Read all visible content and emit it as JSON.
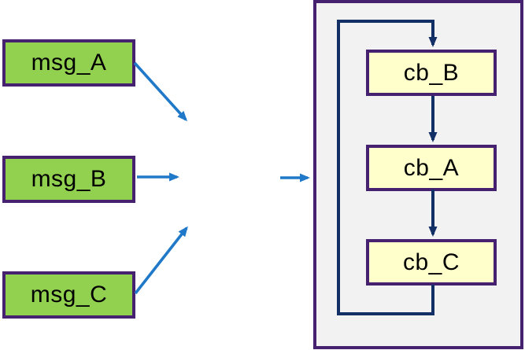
{
  "diagram": {
    "description": "Three message boxes dispatch into a callback execution loop",
    "messages": [
      {
        "label": "msg_A"
      },
      {
        "label": "msg_B"
      },
      {
        "label": "msg_C"
      }
    ],
    "callback_group": {
      "callbacks": [
        {
          "label": "cb_B"
        },
        {
          "label": "cb_A"
        },
        {
          "label": "cb_C"
        }
      ]
    },
    "arrows": [
      {
        "name": "arrow-msg-a-to-dispatch",
        "from": "msg_A",
        "to": "dispatch-point"
      },
      {
        "name": "arrow-msg-b-to-dispatch",
        "from": "msg_B",
        "to": "dispatch-point"
      },
      {
        "name": "arrow-msg-c-to-dispatch",
        "from": "msg_C",
        "to": "dispatch-point"
      },
      {
        "name": "arrow-dispatch-to-container",
        "from": "dispatch-point",
        "to": "callback-container"
      },
      {
        "name": "arrow-cb-b-to-cb-a",
        "from": "cb_B",
        "to": "cb_A"
      },
      {
        "name": "arrow-cb-a-to-cb-c",
        "from": "cb_A",
        "to": "cb_C"
      },
      {
        "name": "loop-arrow-cb-c-to-cb-b",
        "from": "cb_C",
        "to": "cb_B"
      }
    ]
  },
  "colors": {
    "green_fill": "#92d050",
    "callback_fill": "#ffffcc",
    "container_fill": "#f2f2f2",
    "border_purple": "#46216f",
    "flow_blue": "#2079c8",
    "flow_navy": "#122f66",
    "text": "#000000"
  }
}
